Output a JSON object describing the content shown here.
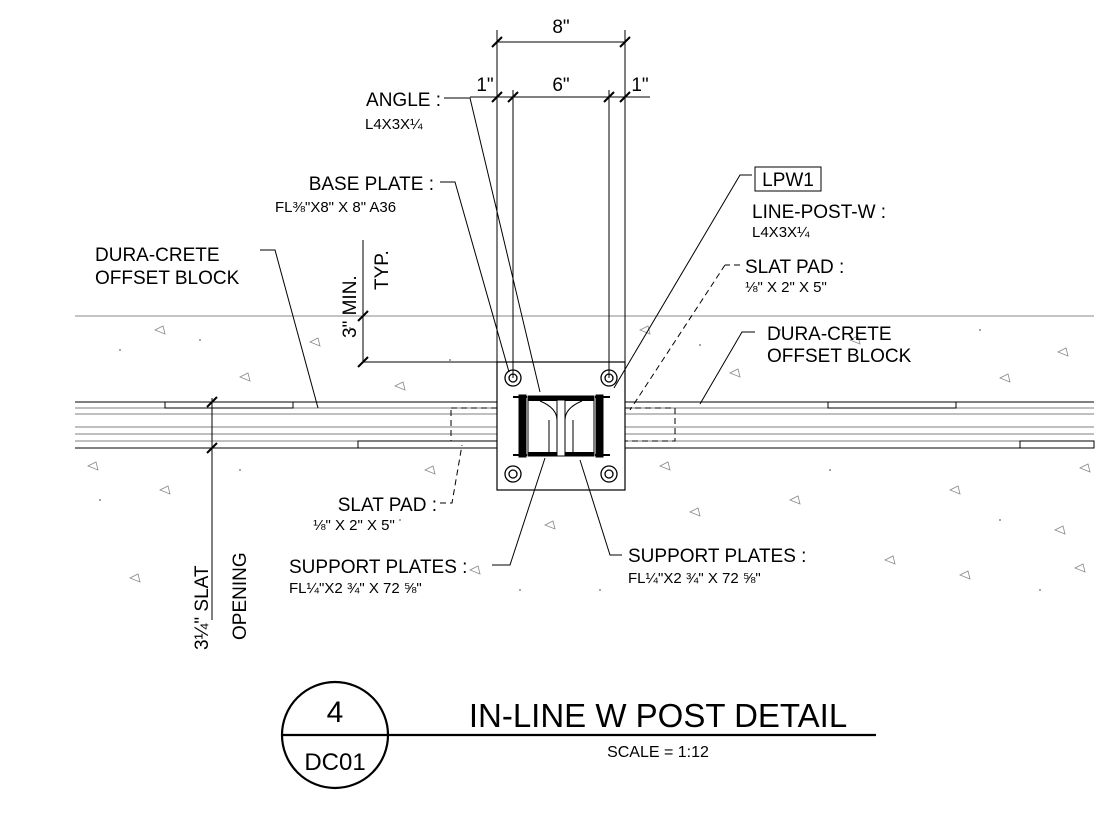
{
  "dimensions": {
    "overall": "8\"",
    "left_edge": "1\"",
    "center": "6\"",
    "right_edge": "1\"",
    "vertical_min": "3\" MIN.",
    "vertical_typ": "TYP.",
    "slat_opening_1": "3¼\" SLAT",
    "slat_opening_2": "OPENING"
  },
  "labels": {
    "angle": "ANGLE :",
    "angle_spec": "L4X3X¼",
    "base_plate": "BASE PLATE :",
    "base_plate_spec": "FL⅜\"X8\" X 8\" A36",
    "lpw1_tag": "LPW1",
    "line_post": "LINE-POST-W :",
    "line_post_spec": "L4X3X¼",
    "slat_pad_right": "SLAT PAD :",
    "slat_pad_right_spec": "⅛\" X 2\" X 5\"",
    "duracrete_left_1": "DURA-CRETE",
    "duracrete_left_2": "OFFSET BLOCK",
    "duracrete_right_1": "DURA-CRETE",
    "duracrete_right_2": "OFFSET BLOCK",
    "slat_pad_left": "SLAT PAD :",
    "slat_pad_left_spec": "⅛\" X 2\" X 5\"",
    "support_plates_left": "SUPPORT PLATES :",
    "support_plates_left_spec": "FL¼\"X2 ¾\"  X  72 ⅝\"",
    "support_plates_right": "SUPPORT PLATES :",
    "support_plates_right_spec": "FL¼\"X2 ¾\"  X  72 ⅝\""
  },
  "title_block": {
    "detail_number": "4",
    "sheet": "DC01",
    "title": "IN-LINE W POST DETAIL",
    "scale": "SCALE = 1:12"
  }
}
